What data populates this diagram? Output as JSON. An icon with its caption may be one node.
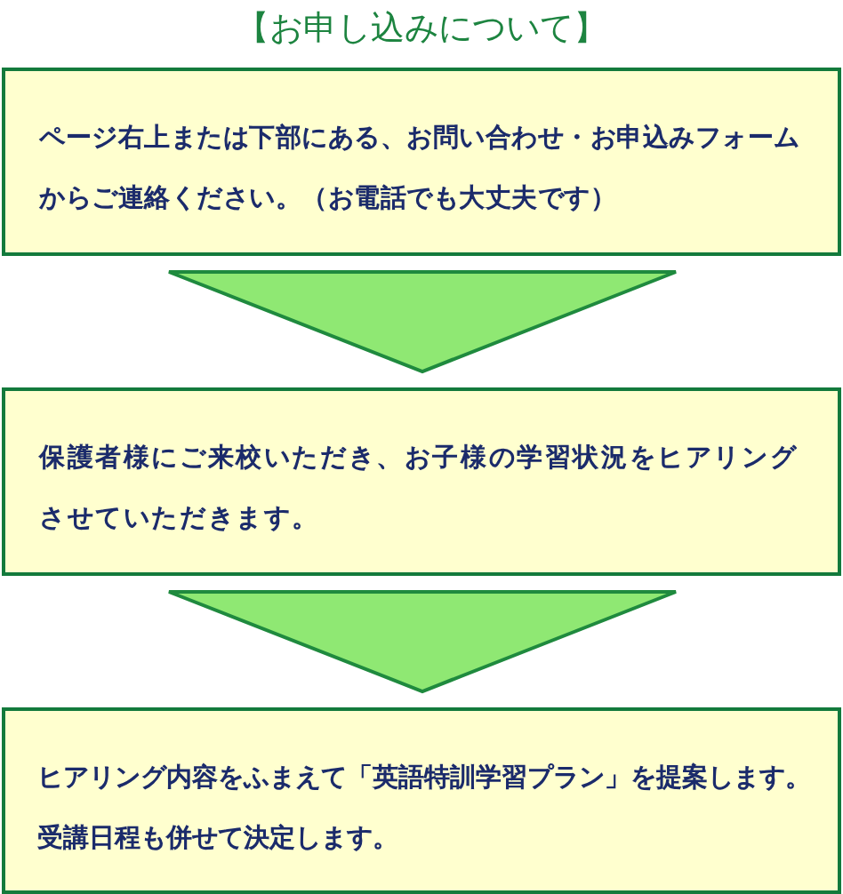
{
  "diagram": {
    "title": "【お申し込みについて】",
    "nodes": [
      {
        "text": [
          "ページ右上または下部にある、お問い合わせ・お申込みフォームからご連絡ください。（お電話でも大丈夫です）"
        ]
      },
      {
        "text": [
          "保護者様にご来校いただき、お子様の学習状況をヒアリングさせていただきます。"
        ]
      },
      {
        "text": [
          "ヒアリング内容をふまえて「英語特訓学習プラン」を提案します。受講日程も併せて決定します。"
        ]
      }
    ],
    "edges": [
      {
        "from": 0,
        "to": 1,
        "arrow": "to"
      },
      {
        "from": 1,
        "to": 2,
        "arrow": "to"
      }
    ]
  }
}
